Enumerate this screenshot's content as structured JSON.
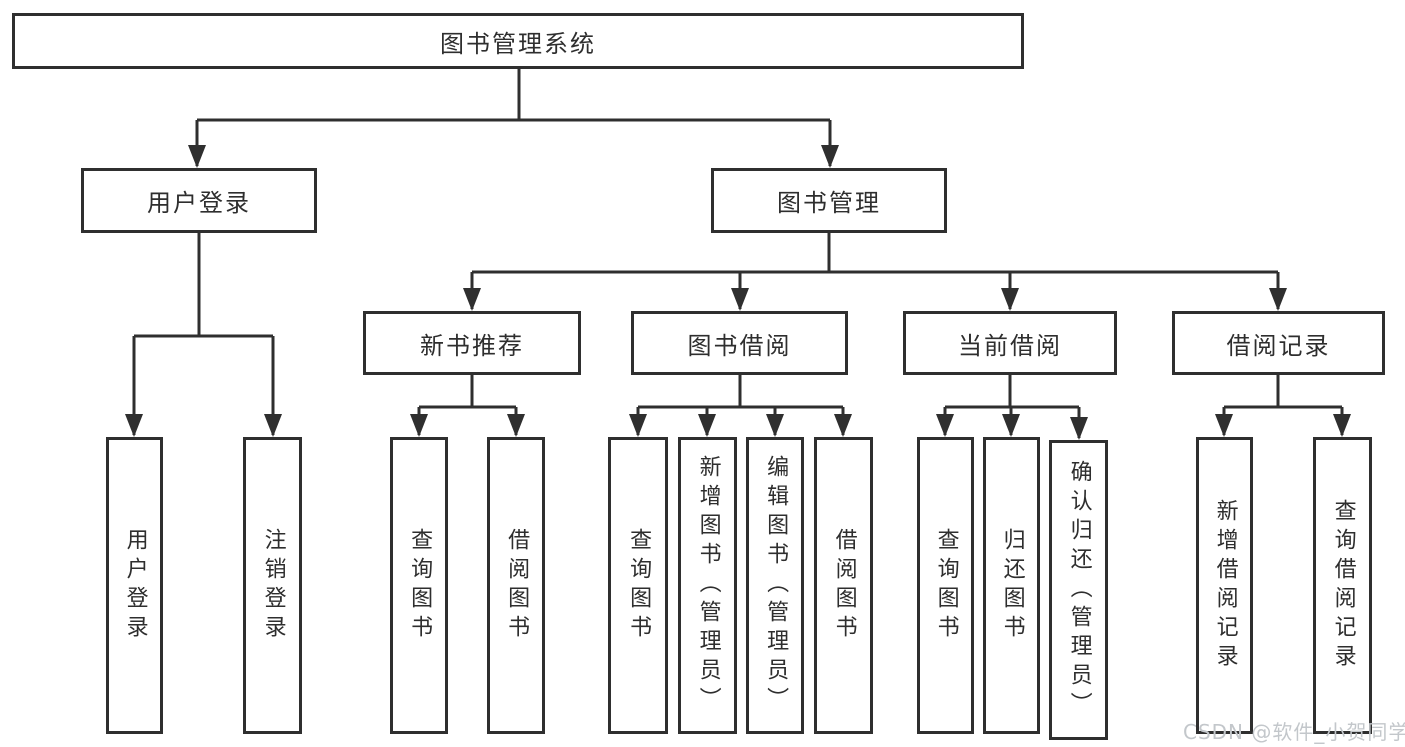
{
  "tree": {
    "root": {
      "label": "图书管理系统"
    },
    "branches": {
      "user_login": {
        "label": "用户登录",
        "children": [
          "用户登录",
          "注销登录"
        ]
      },
      "book_mgmt": {
        "label": "图书管理",
        "groups": [
          {
            "label": "新书推荐",
            "children": [
              "查询图书",
              "借阅图书"
            ]
          },
          {
            "label": "图书借阅",
            "children": [
              "查询图书",
              "新增图书（管理员）",
              "编辑图书（管理员）",
              "借阅图书"
            ]
          },
          {
            "label": "当前借阅",
            "children": [
              "查询图书",
              "归还图书",
              "确认归还（管理员）"
            ]
          },
          {
            "label": "借阅记录",
            "children": [
              "新增借阅记录",
              "查询借阅记录"
            ]
          }
        ]
      }
    }
  },
  "watermark": {
    "text": "CSDN @软件_小贺同学"
  },
  "colors": {
    "line": "#2f2f2f",
    "box_border": "#2f2f2f",
    "text": "#2e2e2e",
    "watermark": "#c3c7cb",
    "background": "#ffffff"
  }
}
